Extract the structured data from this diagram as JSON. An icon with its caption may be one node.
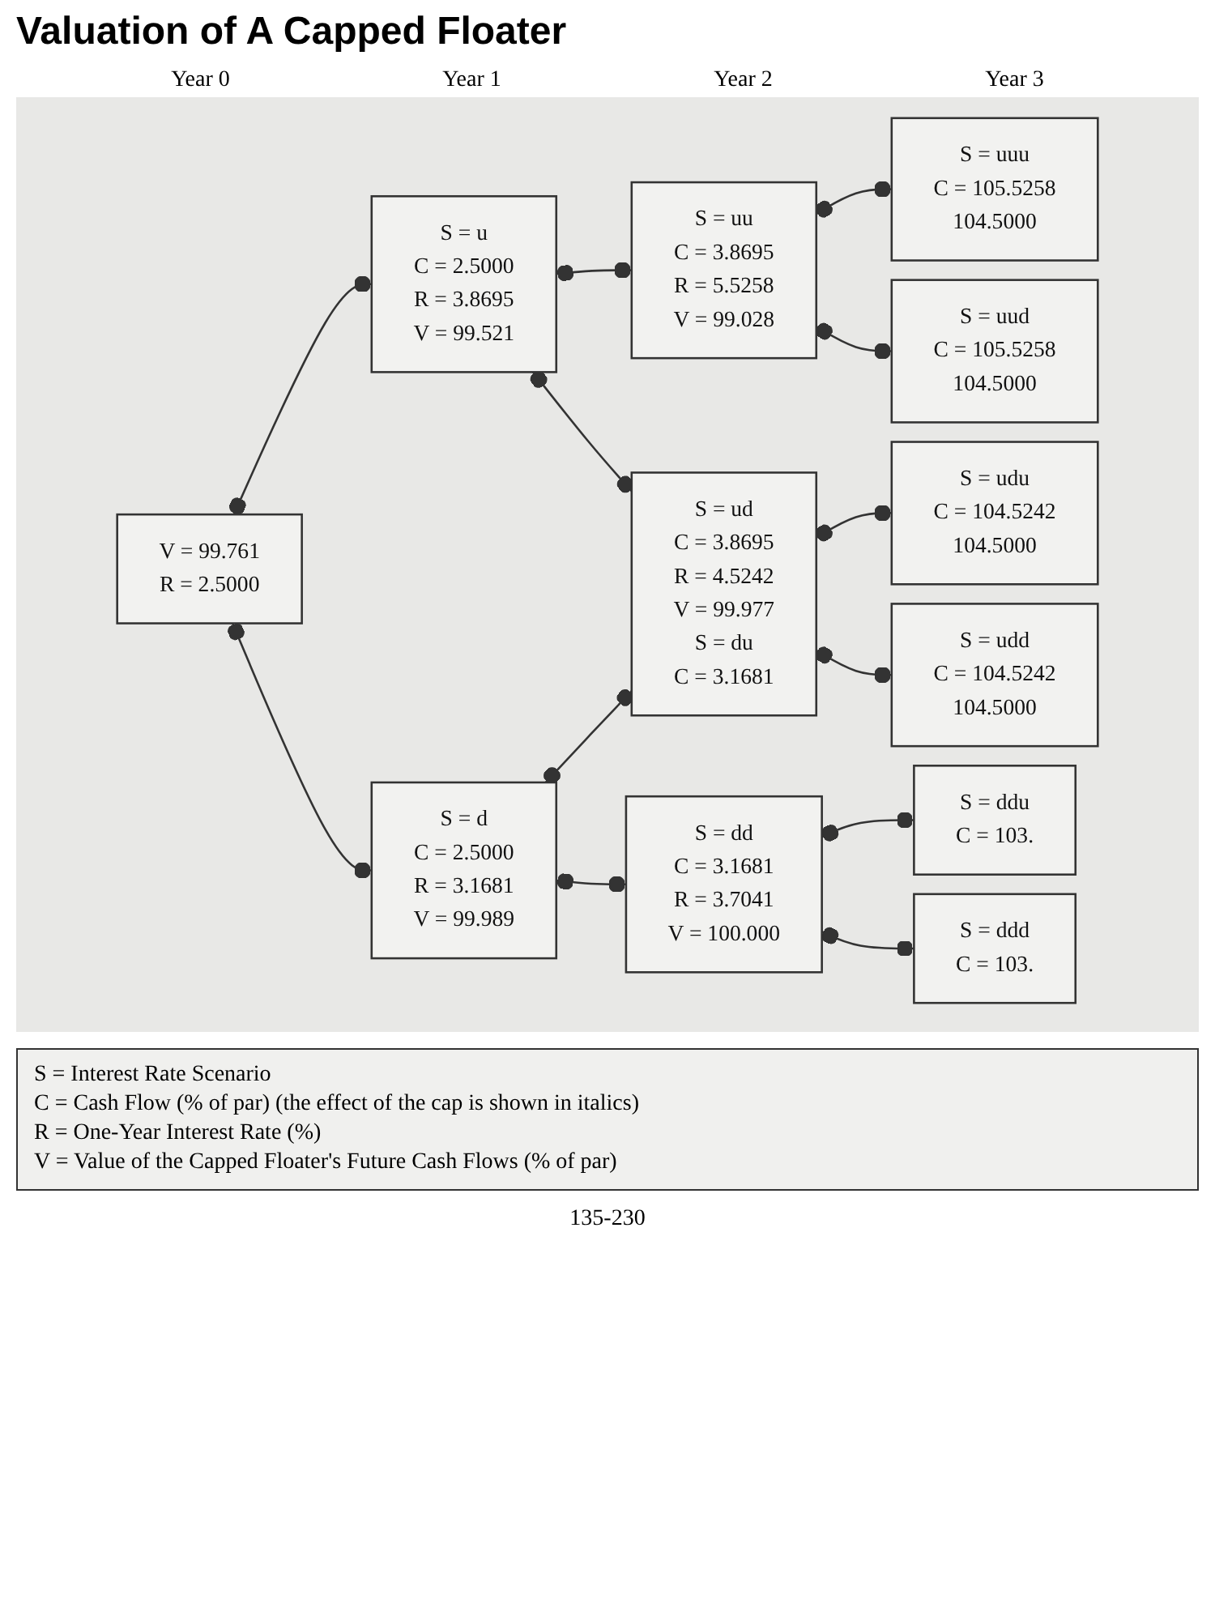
{
  "diagram": {
    "title": "Valuation of A Capped Floater",
    "nodes": [
      {
        "text": [
          "V = 99.761",
          "R = 2.5000"
        ]
      },
      {
        "text": [
          "S = u",
          "C = 2.5000",
          "R = 3.8695",
          "V = 99.521"
        ]
      },
      {
        "text": [
          "S = d",
          "C = 2.5000",
          "R = 3.1681",
          "V = 99.989"
        ]
      },
      {
        "text": [
          "S = uu",
          "C = 3.8695",
          "R = 5.5258",
          "V = 99.028"
        ]
      },
      {
        "text": [
          "S = ud",
          "C = 3.8695",
          "R = 4.5242",
          "V = 99.977",
          "S = du",
          "C = 3.1681"
        ]
      },
      {
        "text": [
          "S = dd",
          "C = 3.1681",
          "R = 3.7041",
          "V = 100.000"
        ]
      },
      {
        "text": [
          "S = uuu",
          "C = 105.5258",
          "104.5000"
        ]
      },
      {
        "text": [
          "S = uud",
          "C = 105.5258",
          "104.5000"
        ]
      },
      {
        "text": [
          "S = udu",
          "C = 104.5242",
          "104.5000"
        ]
      },
      {
        "text": [
          "S = udd",
          "C = 104.5242",
          "104.5000"
        ]
      },
      {
        "text": [
          "S = ddu",
          "C = 103."
        ]
      },
      {
        "text": [
          "S = ddd",
          "C = 103."
        ]
      }
    ],
    "edges": [
      {
        "from": 0,
        "to": 1,
        "arrow": "other"
      },
      {
        "from": 0,
        "to": 2,
        "arrow": "other"
      },
      {
        "from": 1,
        "to": 3,
        "arrow": "other"
      },
      {
        "from": 1,
        "to": 4,
        "arrow": "other"
      },
      {
        "from": 2,
        "to": 4,
        "arrow": "other"
      },
      {
        "from": 2,
        "to": 5,
        "arrow": "other"
      },
      {
        "from": 3,
        "to": 6,
        "arrow": "other"
      },
      {
        "from": 3,
        "to": 7,
        "arrow": "other"
      },
      {
        "from": 4,
        "to": 8,
        "arrow": "other"
      },
      {
        "from": 4,
        "to": 9,
        "arrow": "other"
      },
      {
        "from": 5,
        "to": 10,
        "arrow": "other"
      },
      {
        "from": 5,
        "to": 11,
        "arrow": "other"
      }
    ],
    "labels": [
      "Year 0",
      "Year 1",
      "Year 2",
      "Year 3",
      "S = Interest Rate Scenario",
      "C = Cash Flow (% of par) (the effect of the cap is shown in italics)",
      "R = One-Year Interest Rate (%)",
      "V = Value of the Capped Floater's Future Cash Flows (% of par)",
      "135-230"
    ]
  }
}
